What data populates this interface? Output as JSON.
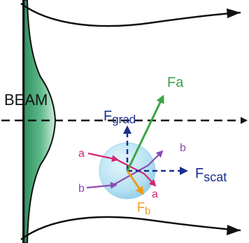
{
  "labels": {
    "beam": "BEAM",
    "f_grad_main": "F",
    "f_grad_sub": "grad",
    "f_a": "Fa",
    "f_scat_main": "F",
    "f_scat_sub": "scat",
    "f_b_main": "F",
    "f_b_sub": "b",
    "ray_a_in": "a",
    "ray_a_out": "a",
    "ray_b_in": "b",
    "ray_b_out": "b"
  },
  "colors": {
    "beam_fill": "#3fa36f",
    "beam_outline": "#111111",
    "axis": "#111111",
    "f_grad": "#1a2f8c",
    "f_scat": "#1a2f8c",
    "f_a": "#3aa544",
    "f_b": "#f09a1a",
    "ray_a": "#d6246e",
    "ray_b": "#8a4db3",
    "sphere": "#a9dcef"
  }
}
